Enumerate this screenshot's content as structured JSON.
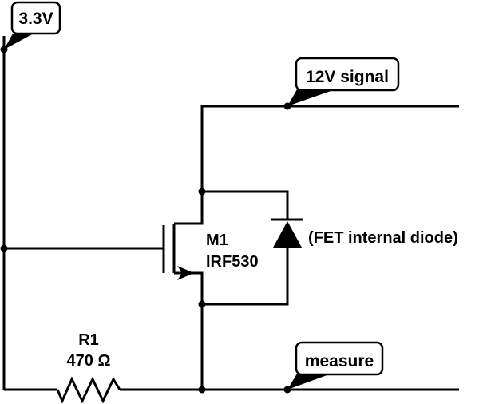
{
  "diagram": {
    "title": "MOSFET level shifter schematic",
    "net_labels": {
      "supply": "3.3V",
      "signal_in": "12V signal",
      "output": "measure"
    },
    "transistor": {
      "ref": "M1",
      "part": "IRF530",
      "type": "N-channel MOSFET"
    },
    "diode": {
      "note": "(FET internal diode)"
    },
    "resistor": {
      "ref": "R1",
      "value": "470 Ω"
    },
    "colors": {
      "wire": "#000000",
      "background": "#ffffff"
    }
  }
}
